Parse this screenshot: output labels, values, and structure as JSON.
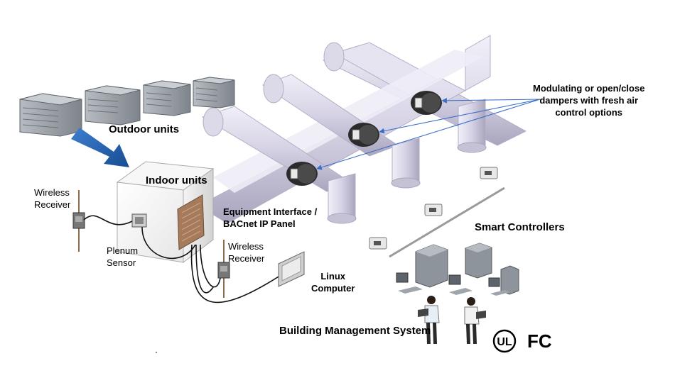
{
  "labels": {
    "outdoor_units": "Outdoor units",
    "indoor_units": "Indoor units",
    "wireless_receiver_left": [
      "Wireless",
      "Receiver"
    ],
    "plenum_sensor": [
      "Plenum",
      "Sensor"
    ],
    "equipment_interface": [
      "Equipment Interface /",
      "BACnet IP Panel"
    ],
    "wireless_receiver_mid": [
      "Wireless",
      "Receiver"
    ],
    "linux_computer": [
      "Linux",
      "Computer"
    ],
    "dampers": [
      "Modulating or open/close",
      "dampers with fresh air",
      "control options"
    ],
    "smart_controllers": "Smart Controllers",
    "bms": "Building Management System"
  },
  "logos": {
    "ul": "UL",
    "fcc": "FC"
  },
  "colors": {
    "duct": "#d9d6e6",
    "duct_shade": "#a9a5bd",
    "arrow_blue": "#1f5fa8",
    "pointer_blue": "#3a6fc7",
    "unit_gray": "#9aa0a6",
    "panel_brown": "#a67b5b",
    "cable": "#111111"
  }
}
